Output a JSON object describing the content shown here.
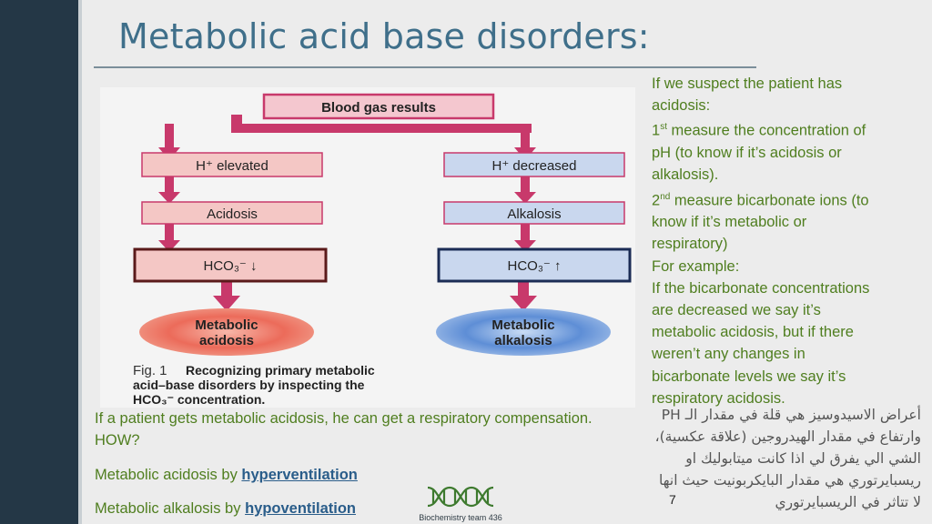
{
  "slide": {
    "title": "Metabolic acid base disorders:",
    "page_number": "7"
  },
  "diagram": {
    "top_box": "Blood gas results",
    "left": {
      "h_box": "H⁺ elevated",
      "state_box": "Acidosis",
      "hco3_box": "HCO₃⁻ ↓",
      "result": [
        "Metabolic",
        "acidosis"
      ]
    },
    "right": {
      "h_box": "H⁺ decreased",
      "state_box": "Alkalosis",
      "hco3_box": "HCO₃⁻ ↑",
      "result": [
        "Metabolic",
        "alkalosis"
      ]
    },
    "caption_label": "Fig. 1",
    "caption_lines": [
      "Recognizing primary metabolic",
      "acid–base disorders by inspecting the",
      "HCO₃⁻ concentration."
    ]
  },
  "right_text": {
    "l1": "If we suspect the patient has",
    "l2": "acidosis:",
    "l3_sup": "st",
    "l3": " measure the concentration of",
    "l4": "pH (to know if it’s acidosis or",
    "l5": "alkalosis).",
    "l6_sup": "nd",
    "l6": " measure bicarbonate ions (to",
    "l7": "know if it’s metabolic or",
    "l8": "respiratory)",
    "l9": "For example:",
    "l10": "If the bicarbonate concentrations",
    "l11": "are decreased we say it’s",
    "l12": "metabolic acidosis, but if there",
    "l13": "weren’t any changes in",
    "l14": "bicarbonate levels we say it’s",
    "l15": "respiratory acidosis.",
    "n1": "1",
    "n2": "2"
  },
  "arabic_lines": [
    "أعراض الاسيدوسيز هي قلة في مقدار الـ PH",
    "وارتفاع في مقدار الهيدروجين (علاقة عكسية)،",
    "الشي الي يفرق لي اذا كانت ميتابوليك او",
    "ريسبايرتوري هي مقدار البايكربونيت حيث انها",
    "لا تتاثر في الريسبايرتوري"
  ],
  "bottom": {
    "compensation_line": "If a patient gets metabolic acidosis, he can get a respiratory compensation.",
    "how": "HOW?",
    "acidosis_prefix": "Metabolic acidosis by ",
    "acidosis_method": "hyperventilation",
    "alkalosis_prefix": "Metabolic alkalosis by ",
    "alkalosis_method": "hypoventilation"
  },
  "logo": {
    "text": "Biochemistry team 436",
    "icon": "dna-helix-icon"
  },
  "colors": {
    "title": "#3f6f8a",
    "green_text": "#4f7e1f",
    "blue_bold": "#2a5d8a",
    "arrow": "#c8396b",
    "acidosis_pink": "#f4c7c5",
    "alkalosis_blue": "#c9d7ee",
    "dark_bar": "#243746"
  }
}
